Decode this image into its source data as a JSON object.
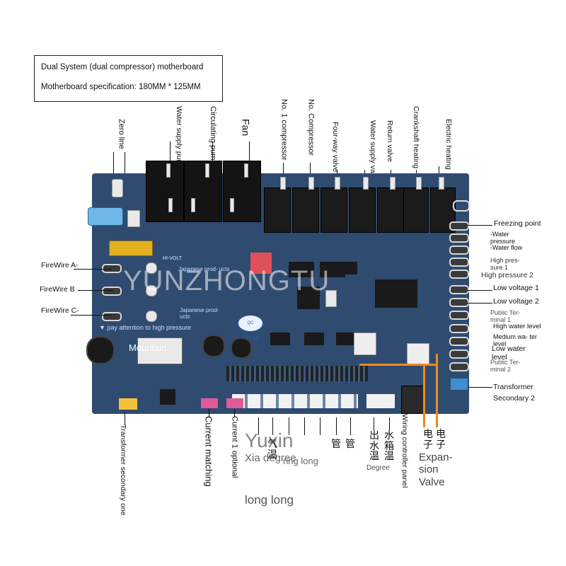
{
  "info": {
    "title": "Dual System (dual compressor) motherboard",
    "spec": "Motherboard specification: 180MM * 125MM"
  },
  "top_labels": {
    "zero_line": "Zero line",
    "water_supply_pump": "Water supply pump",
    "circulating_pump": "Circulating pump",
    "fan": "Fan",
    "no1_compressor": "No. 1 compressor",
    "no_compressor": "No. Compressor",
    "four_way_valve": "Four-way valve",
    "water_supply_valve": "Water supply valve",
    "return_valve": "Return valve",
    "crankshaft_heating": "Crankshaft heating",
    "electric_heating": "Electric heating"
  },
  "left_labels": {
    "firewire_a": "FireWire A-",
    "firewire_b": "FireWire B",
    "firewire_c": "FireWire C-"
  },
  "right_labels": {
    "freezing_point": "Freezing point",
    "water_pressure": "-Water pressure",
    "water_flow": "-Water flow",
    "high_pressure_1": "High pres- sure 1",
    "high_pressure_2": "High pressure 2",
    "low_voltage_1": "Low voltage 1",
    "low_voltage_2": "Low voltage 2",
    "public_terminal_1": "Public Ter- minal 1",
    "high_water_level": "High water level",
    "medium_water_level": "Medium wa- ter level",
    "low_water_level": "Low water level",
    "public_terminal_2": "Public Ter- minal 2",
    "transformer_secondary_2": "Transformer Secondary 2"
  },
  "bottom_labels": {
    "transformer_secondary_one": "Transformer secondary one",
    "current_matching": "Current matching",
    "current_1_optional": "Current 1 optional",
    "xia_degree": "Xia degree",
    "yuxin": "Yuxin",
    "long_long": "long long",
    "ring_long": "ring long",
    "degree": "Degree",
    "wiring_controller_panel": "Wiring controller panel",
    "expansion_valve": "Expan- sion Valve",
    "chars_1": "气温",
    "chars_2": "管",
    "chars_3": "管",
    "chars_4": "出水温",
    "chars_5": "水箱温",
    "chars_6": "电子",
    "chars_7": "电子"
  },
  "board_text": {
    "mountain": "Mountain",
    "warning": "▼ pay attention to high pressure",
    "japanese_products_1": "Japanese prod- ucts",
    "japanese_products_2": "Japanese prod- ucts",
    "hi_volt": "HI-VOLT",
    "passed": "QC PASSED",
    "watermark": "YUNZHONGTU"
  },
  "colors": {
    "board": "#2f4b70",
    "relay": "#141414",
    "wire_orange": "#f08a1c",
    "fuse": "#6fb7e6",
    "dip_switch": "#e0505a"
  }
}
